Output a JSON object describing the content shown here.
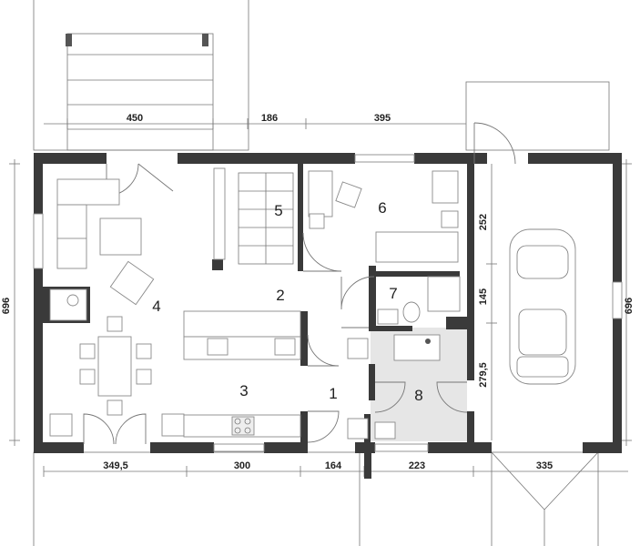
{
  "plan": {
    "rooms": [
      {
        "number": "1"
      },
      {
        "number": "2"
      },
      {
        "number": "3"
      },
      {
        "number": "4"
      },
      {
        "number": "5"
      },
      {
        "number": "6"
      },
      {
        "number": "7"
      },
      {
        "number": "8"
      }
    ],
    "dimensions": {
      "top": [
        "450",
        "186",
        "395"
      ],
      "bottom": [
        "349,5",
        "300",
        "164",
        "223",
        "335"
      ],
      "left": [
        "696"
      ],
      "right_total": [
        "696"
      ],
      "garage_side": [
        "252",
        "145",
        "279,5"
      ]
    },
    "colors": {
      "wall": "#3a3a3a",
      "utility_room_fill": "#e6e6e6",
      "line": "#777777"
    }
  }
}
